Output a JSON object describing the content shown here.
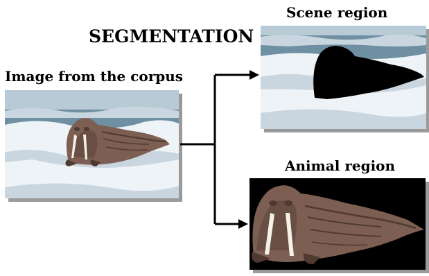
{
  "title": "SEGMENTATION",
  "labels": {
    "source": "Image from the corpus",
    "scene": "Scene region",
    "animal": "Animal region"
  },
  "colors": {
    "sky": "#b8cad6",
    "water": "#6f8fa3",
    "ice": "#eef3f7",
    "ice_shadow": "#c9d6e0",
    "walrus": "#7c5f52",
    "walrus_dark": "#4f3a31",
    "tusk": "#f4f1e6",
    "mask": "#000000",
    "frame_shadow": "#9a9a9a",
    "arrow": "#000000"
  }
}
